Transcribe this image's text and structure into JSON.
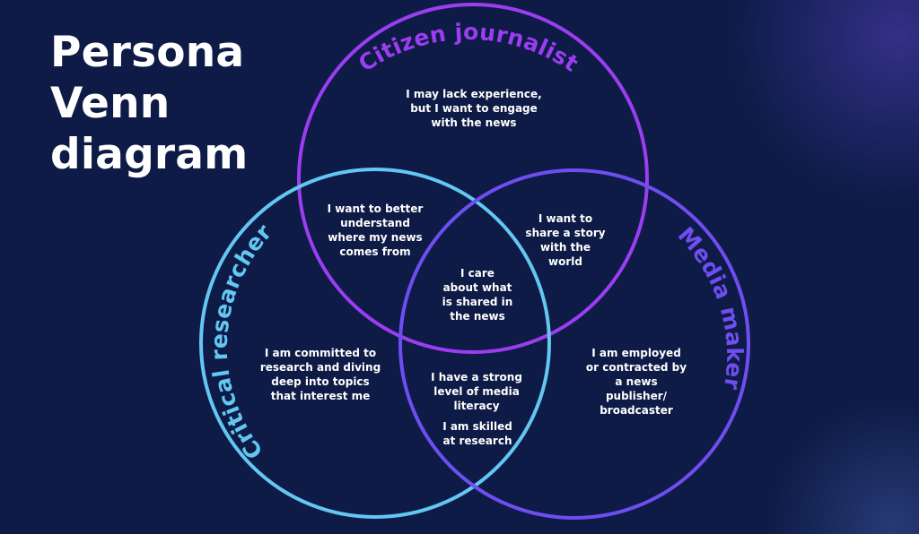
{
  "title": {
    "line1": "Persona",
    "line2": "Venn",
    "line3": "diagram"
  },
  "colors": {
    "background": "#0d1b46",
    "citizen_journalist": "#9b3df0",
    "critical_researcher": "#63c7f2",
    "media_maker": "#6e4ef0",
    "text": "#ffffff"
  },
  "circles": {
    "citizen_journalist": {
      "label": "Citizen journalist",
      "text": "I may lack experience, but I want to engage with the news"
    },
    "critical_researcher": {
      "label": "Critical researcher",
      "text": "I am committed to research and diving deep into topics that interest me"
    },
    "media_maker": {
      "label": "Media maker",
      "text": "I am employed or contracted by a news publisher/ broadcaster"
    }
  },
  "overlaps": {
    "citizen_researcher": "I want to better understand where my news comes from",
    "citizen_maker": "I want to share a story with the world",
    "researcher_maker": "I have a strong level of media literacy",
    "researcher_maker_extra": "I am skilled at research",
    "all_three": "I care about what is shared in the news"
  }
}
